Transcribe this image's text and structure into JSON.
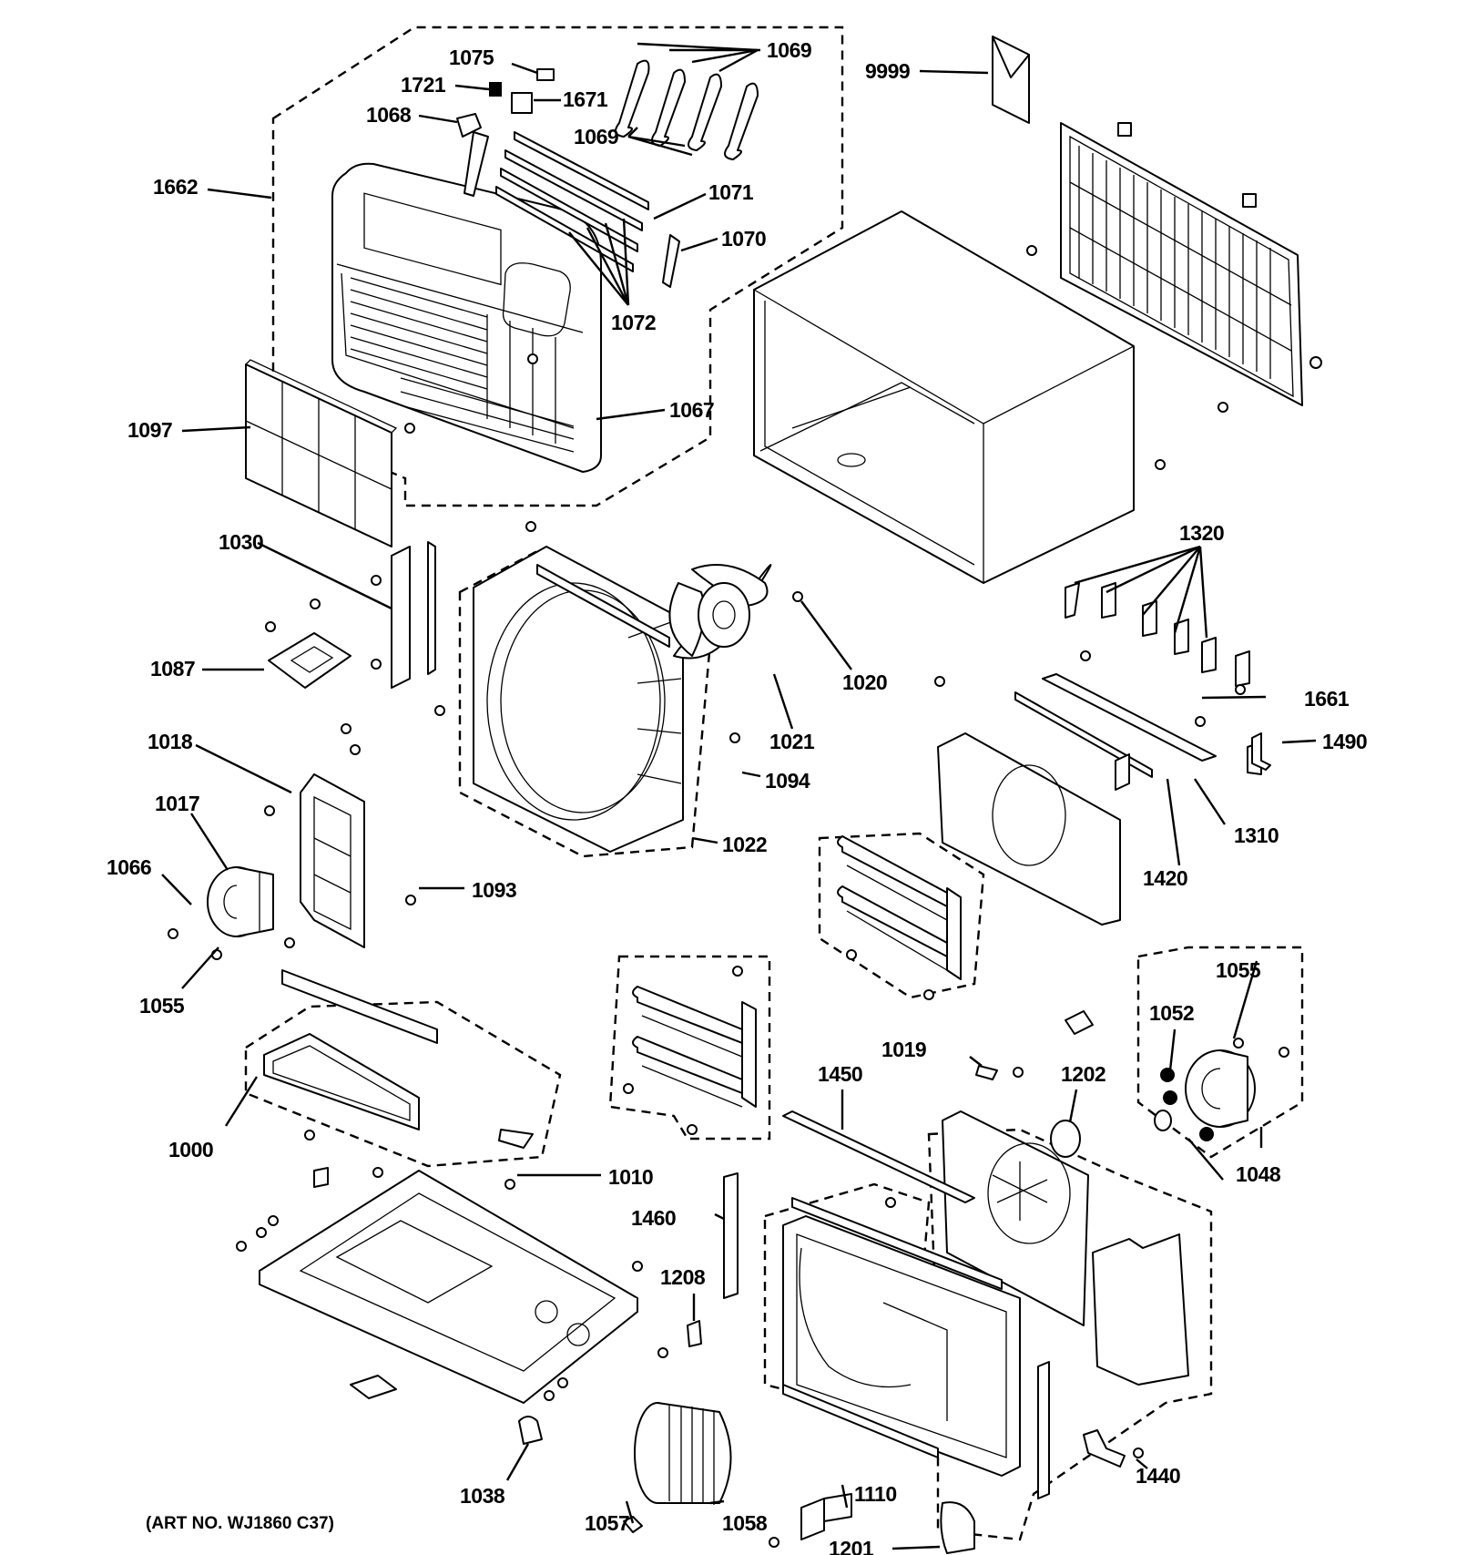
{
  "art_number": "(ART NO. WJ1860 C37)",
  "callouts": [
    {
      "id": "1075"
    },
    {
      "id": "1069"
    },
    {
      "id": "1721"
    },
    {
      "id": "1671"
    },
    {
      "id": "1068"
    },
    {
      "id": "1662"
    },
    {
      "id": "1071"
    },
    {
      "id": "1070"
    },
    {
      "id": "1072"
    },
    {
      "id": "1067"
    },
    {
      "id": "1097"
    },
    {
      "id": "9999"
    },
    {
      "id": "1030"
    },
    {
      "id": "1087"
    },
    {
      "id": "1018"
    },
    {
      "id": "1017"
    },
    {
      "id": "1066"
    },
    {
      "id": "1055"
    },
    {
      "id": "1020"
    },
    {
      "id": "1021"
    },
    {
      "id": "1094"
    },
    {
      "id": "1022"
    },
    {
      "id": "1093"
    },
    {
      "id": "1320"
    },
    {
      "id": "1661"
    },
    {
      "id": "1490"
    },
    {
      "id": "1310"
    },
    {
      "id": "1420"
    },
    {
      "id": "1000"
    },
    {
      "id": "1010"
    },
    {
      "id": "1019"
    },
    {
      "id": "1450"
    },
    {
      "id": "1202"
    },
    {
      "id": "1052"
    },
    {
      "id": "1048"
    },
    {
      "id": "1460"
    },
    {
      "id": "1208"
    },
    {
      "id": "1038"
    },
    {
      "id": "1057"
    },
    {
      "id": "1058"
    },
    {
      "id": "1110"
    },
    {
      "id": "1201"
    },
    {
      "id": "1440"
    }
  ]
}
